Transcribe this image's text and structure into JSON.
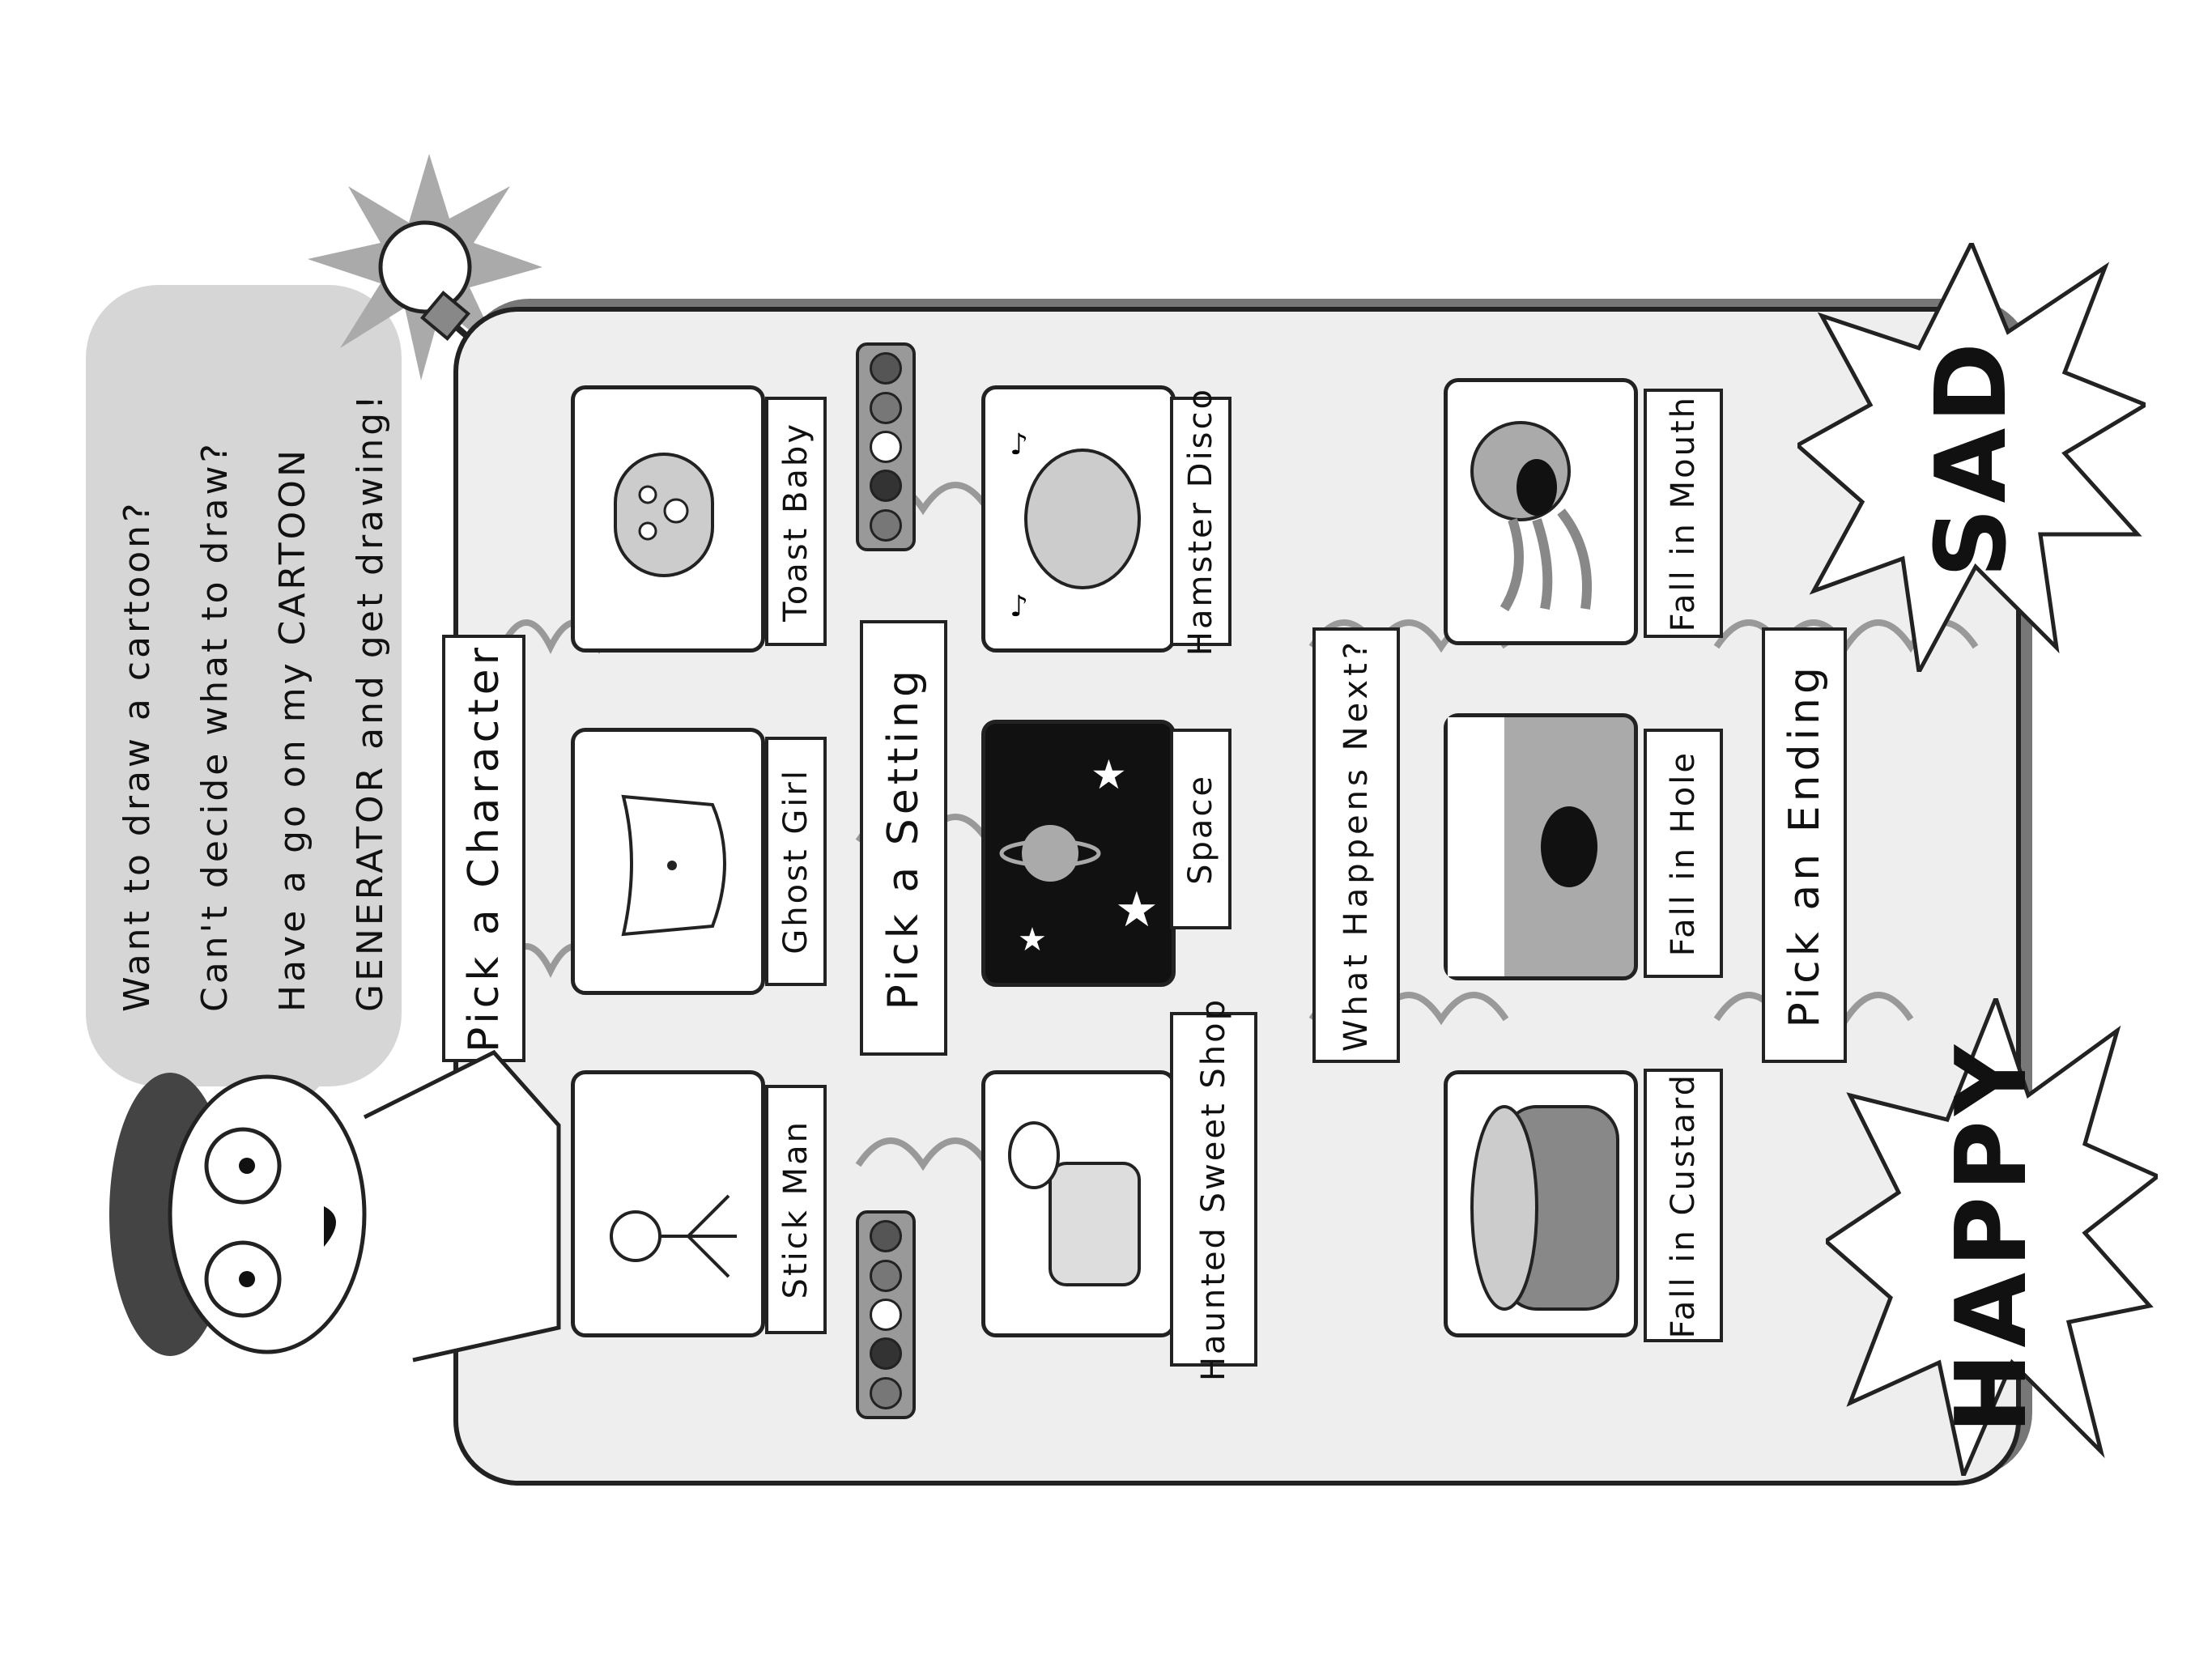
{
  "speech_bubble": {
    "lines": [
      "Want to draw a cartoon?",
      "Can't decide what to draw?",
      "Have a go on my CARTOON",
      "GENERATOR and get drawing!"
    ]
  },
  "sections": {
    "character": "Pick a Character",
    "setting": "Pick a Setting",
    "next": "What Happens Next?",
    "ending": "Pick an Ending"
  },
  "characters": [
    "Toast Baby",
    "Ghost Girl",
    "Stick Man"
  ],
  "settings": [
    "Hamster Disco",
    "Space",
    "Haunted Sweet Shop"
  ],
  "events": [
    "Fall in Mouth",
    "Fall in Hole",
    "Fall in Custard"
  ],
  "endings": {
    "sad": "SAD",
    "happy": "HAPPY"
  },
  "colors": {
    "board": "#eeeeee",
    "bubble": "#d6d6d6",
    "ink": "#111111"
  }
}
